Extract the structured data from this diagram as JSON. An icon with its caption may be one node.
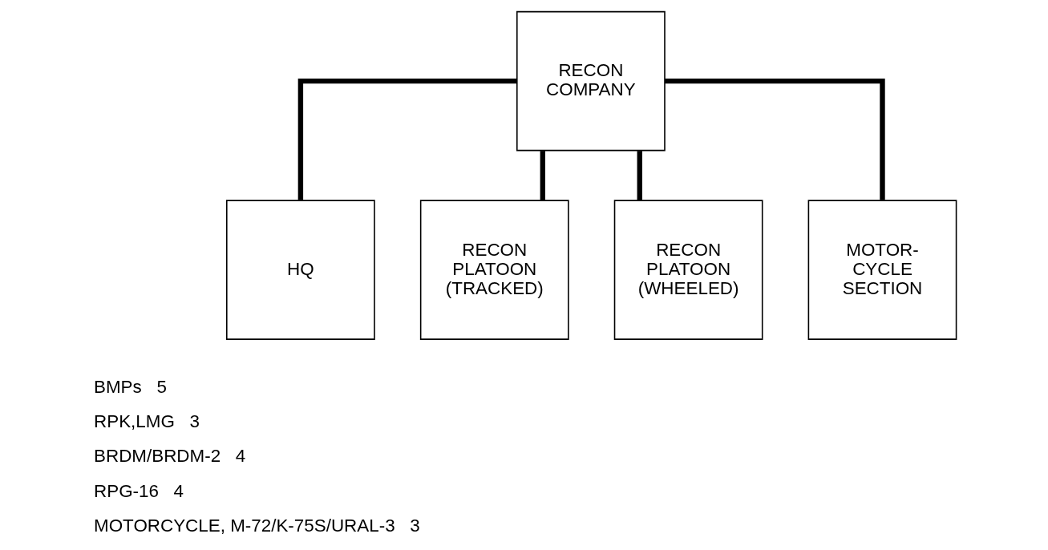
{
  "diagram": {
    "nodes": [
      {
        "text": [
          "RECON COMPANY"
        ]
      },
      {
        "text": [
          "HQ"
        ]
      },
      {
        "text": [
          "RECON PLATOON (TRACKED)"
        ]
      },
      {
        "text": [
          "RECON PLATOON (WHEELED)"
        ]
      },
      {
        "text": [
          "MOTOR- CYCLE SECTION"
        ]
      }
    ],
    "edges": [
      {
        "from": 0,
        "to": 1,
        "arrow": "none"
      },
      {
        "from": 0,
        "to": 2,
        "arrow": "none"
      },
      {
        "from": 0,
        "to": 3,
        "arrow": "none"
      },
      {
        "from": 0,
        "to": 4,
        "arrow": "none"
      }
    ],
    "labels": [
      "BMPs   5",
      "RPK,LMG   3",
      "BRDM/BRDM-2   4",
      "RPG-16   4",
      "MOTORCYCLE, M-72/K-75S/URAL-3   3"
    ]
  }
}
